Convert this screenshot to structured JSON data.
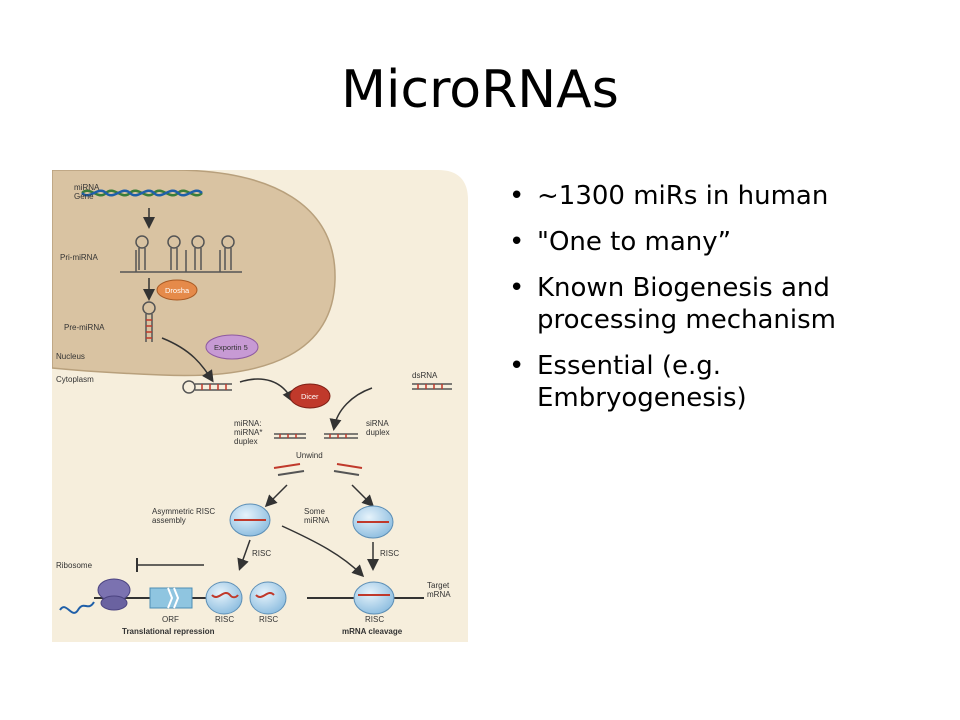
{
  "title": "MicroRNAs",
  "bullets": [
    {
      "marker": "•",
      "text": "~1300 miRs in human"
    },
    {
      "marker": "•",
      "text": "\"One to many”"
    },
    {
      "marker": "•",
      "text": "Known Biogenesis and processing mechanism"
    },
    {
      "marker": "•",
      "text": "Essential (e.g. Embryogenesis)"
    }
  ],
  "diagram": {
    "labels": {
      "mirna_gene_1": "miRNA",
      "mirna_gene_2": "Gene",
      "pri_mirna": "Pri-miRNA",
      "drosha": "Drosha",
      "pre_mirna": "Pre-miRNA",
      "exportin": "Exportin 5",
      "nucleus": "Nucleus",
      "cytoplasm": "Cytoplasm",
      "dicer": "Dicer",
      "dsrna": "dsRNA",
      "mirna_duplex_1": "miRNA:",
      "mirna_duplex_2": "miRNA*",
      "mirna_duplex_3": "duplex",
      "sirna_duplex_1": "siRNA",
      "sirna_duplex_2": "duplex",
      "unwind": "Unwind",
      "asym_risc_1": "Asymmetric RISC",
      "asym_risc_2": "assembly",
      "some_mirna_1": "Some",
      "some_mirna_2": "miRNA",
      "risc_left": "RISC",
      "risc_right": "RISC",
      "ribosome": "Ribosome",
      "orf": "ORF",
      "risc_bottom_1": "RISC",
      "risc_bottom_2": "RISC",
      "risc_bottom_3": "RISC",
      "target_mrna_1": "Target",
      "target_mrna_2": "mRNA",
      "translational_repression": "Translational repression",
      "mrna_cleavage": "mRNA cleavage"
    },
    "colors": {
      "panel": "#f5ecd9",
      "nucleus": "#d9c2a0",
      "drosha": "#e58a4a",
      "exportin": "#c79ad4",
      "dicer": "#c0392b",
      "risc": "#a9cde6",
      "ribosome": "#7b72b0",
      "orf": "#8fc5e0"
    }
  }
}
